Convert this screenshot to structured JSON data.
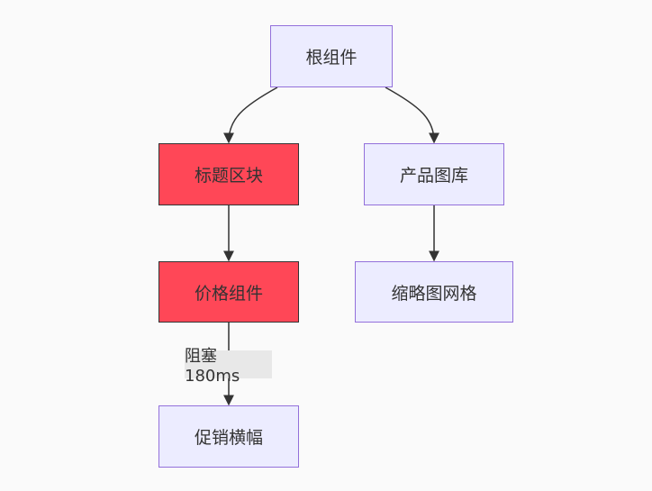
{
  "diagram": {
    "nodes": {
      "root": "根组件",
      "title_block": "标题区块",
      "gallery": "产品图库",
      "price": "价格组件",
      "thumbnail_grid": "缩略图网格",
      "promo_banner": "促销横幅"
    },
    "edges": [
      {
        "from": "root",
        "to": "title_block",
        "label": ""
      },
      {
        "from": "root",
        "to": "gallery",
        "label": ""
      },
      {
        "from": "title_block",
        "to": "price",
        "label": ""
      },
      {
        "from": "gallery",
        "to": "thumbnail_grid",
        "label": ""
      },
      {
        "from": "price",
        "to": "promo_banner",
        "label": "阻塞180ms"
      }
    ],
    "colors": {
      "default_fill": "#ececff",
      "default_border": "#9370db",
      "highlight_fill": "#ff4757",
      "highlight_border": "#333333",
      "edge": "#333333",
      "label_bg": "#e8e8e8"
    }
  }
}
